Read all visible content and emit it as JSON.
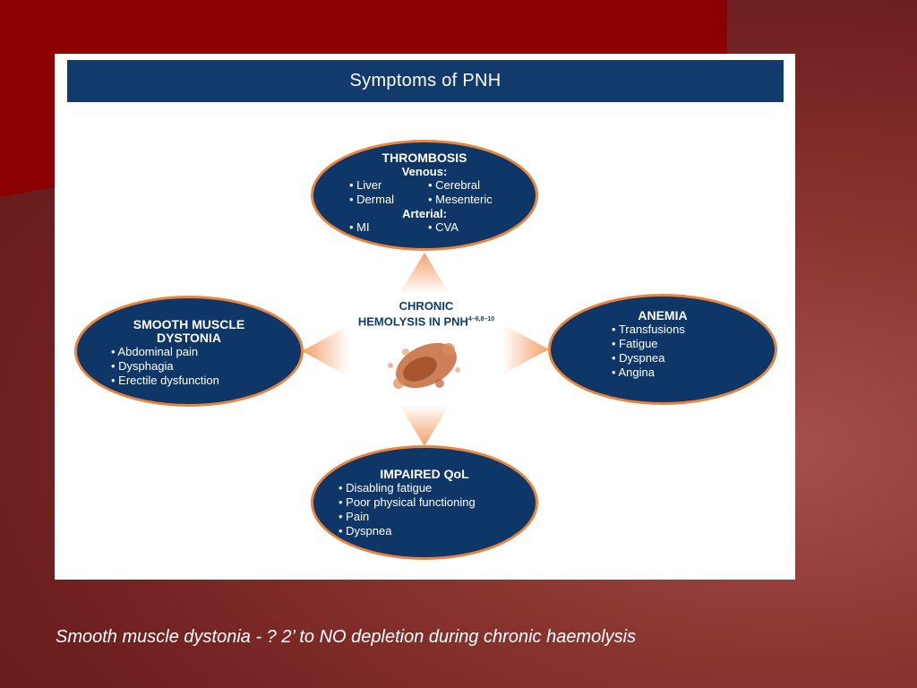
{
  "title": "Symptoms of PNH",
  "center": {
    "line1": "CHRONIC",
    "line2": "HEMOLYSIS IN PNH",
    "superscript": "4–6,8–10"
  },
  "thrombosis": {
    "heading": "THROMBOSIS",
    "venous_label": "Venous:",
    "venous_items": [
      "• Liver",
      "• Cerebral",
      "• Dermal",
      "• Mesenteric"
    ],
    "arterial_label": "Arterial:",
    "arterial_items": [
      "• MI",
      "• CVA"
    ]
  },
  "smooth_muscle": {
    "heading_line1": "SMOOTH MUSCLE",
    "heading_line2": "DYSTONIA",
    "items": [
      "• Abdominal pain",
      "• Dysphagia",
      "• Erectile dysfunction"
    ]
  },
  "anemia": {
    "heading": "ANEMIA",
    "items": [
      "• Transfusions",
      "• Fatigue",
      "• Dyspnea",
      "• Angina"
    ]
  },
  "impaired_qol": {
    "heading": "IMPAIRED QoL",
    "items": [
      "• Disabling fatigue",
      "• Poor physical functioning",
      "• Pain",
      "• Dyspnea"
    ]
  },
  "caption": "Smooth muscle dystonia - ? 2’ to NO depletion during chronic haemolysis",
  "colors": {
    "navy": "#0e3768",
    "orange_border": "#e8843e",
    "arrow_orange": "#f2a066",
    "background_red": "#8b0000"
  }
}
